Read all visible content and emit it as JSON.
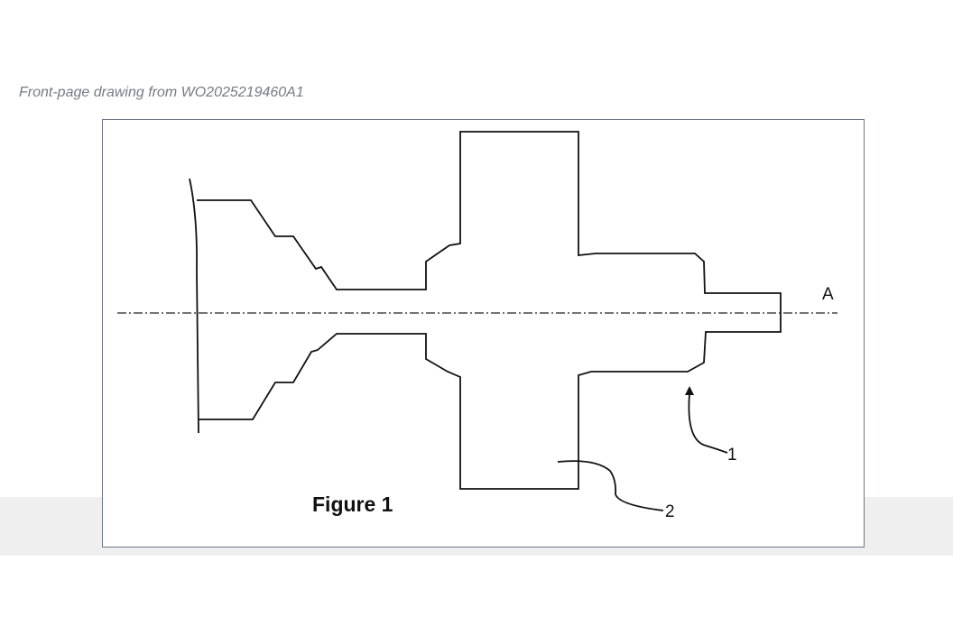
{
  "caption": "Front-page drawing from WO2025219460A1",
  "figure": {
    "title": "Figure 1",
    "axis_label": "A",
    "reference_numerals": [
      "1",
      "2"
    ]
  }
}
